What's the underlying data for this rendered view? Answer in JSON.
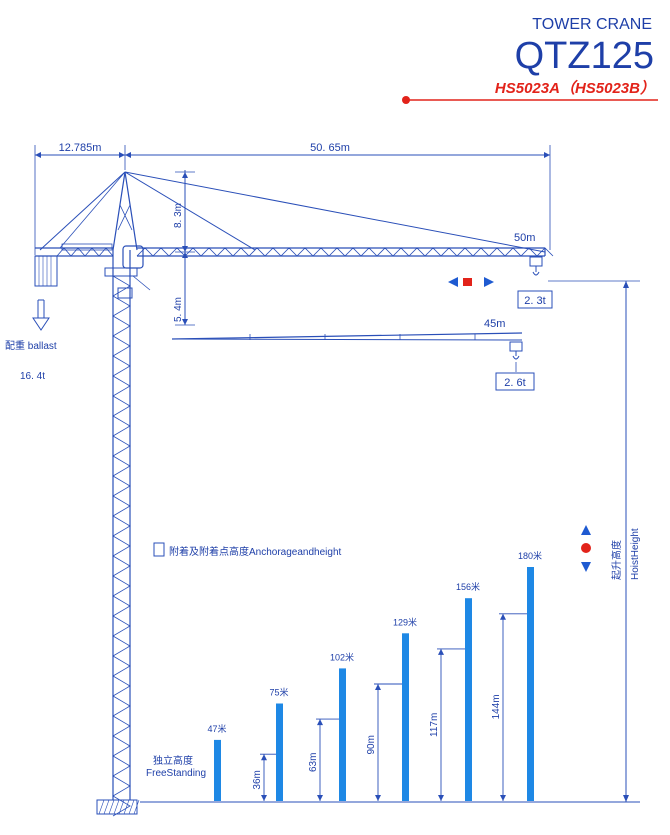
{
  "header": {
    "subtitle": "TOWER CRANE",
    "model": "QTZ125",
    "variants": "HS5023A（HS5023B）"
  },
  "dimensions": {
    "counter_jib": "12.785m",
    "jib": "50. 65m",
    "tower_top": "8. 3m",
    "tower_head": "5. 4m",
    "reach_long": "50m",
    "reach_short": "45m"
  },
  "loads": {
    "tip_50m": "2. 3t",
    "tip_45m": "2. 6t",
    "ballast_label": "配重 ballast",
    "ballast_value": "16. 4t"
  },
  "legend": {
    "anchorage": "附着及附着点高度Anchorageandheight",
    "hoist_height_cn": "起升高度",
    "hoist_height_en": "HoistHeight",
    "freestanding_cn": "独立高度",
    "freestanding_en": "FreeStanding"
  },
  "colors": {
    "line": "#2a4fb8",
    "text": "#1e3fa8",
    "bar": "#1e88e5",
    "accent": "#e2231a"
  },
  "chart_data": {
    "type": "bar",
    "categories": [
      "47米",
      "75米",
      "102米",
      "129米",
      "156米",
      "180米"
    ],
    "total_heights": [
      47,
      75,
      102,
      129,
      156,
      180
    ],
    "anchorage_labels": [
      "",
      "36m",
      "63m",
      "90m",
      "117m",
      "144m"
    ],
    "anchorage_heights": [
      0,
      36,
      63,
      90,
      117,
      144
    ]
  }
}
